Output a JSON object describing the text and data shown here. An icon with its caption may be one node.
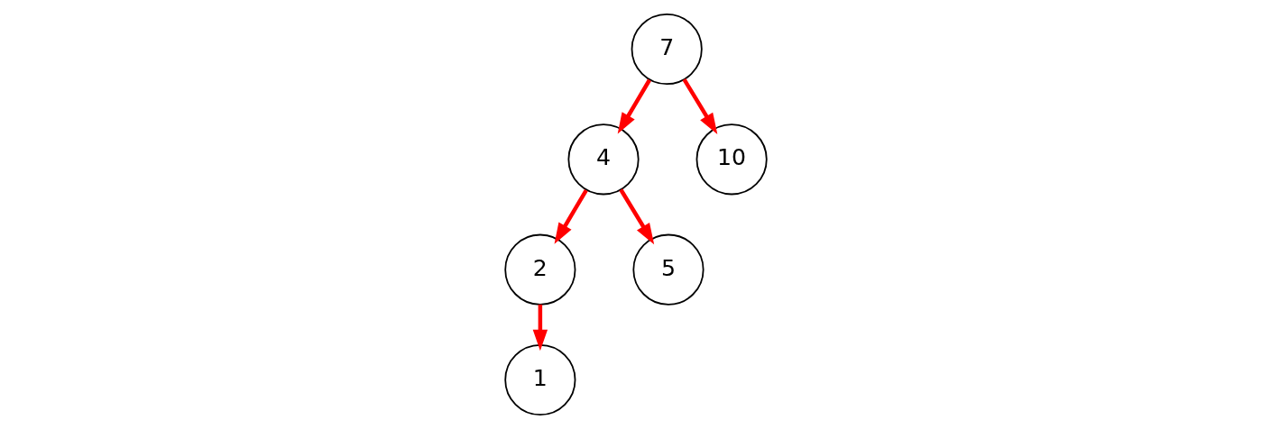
{
  "diagram": {
    "nodes": [
      {
        "text": [
          "7"
        ]
      },
      {
        "text": [
          "4"
        ]
      },
      {
        "text": [
          "10"
        ]
      },
      {
        "text": [
          "2"
        ]
      },
      {
        "text": [
          "5"
        ]
      },
      {
        "text": [
          "1"
        ]
      }
    ],
    "edges": [
      {
        "from": 0,
        "to": 1,
        "arrow": "to"
      },
      {
        "from": 0,
        "to": 2,
        "arrow": "to"
      },
      {
        "from": 1,
        "to": 3,
        "arrow": "to"
      },
      {
        "from": 1,
        "to": 4,
        "arrow": "to"
      },
      {
        "from": 3,
        "to": 5,
        "arrow": "to"
      }
    ]
  }
}
